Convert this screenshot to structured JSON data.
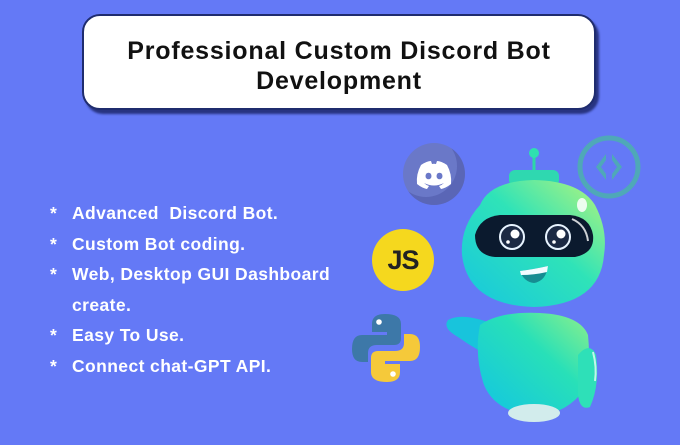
{
  "title": {
    "line1": "Professional Custom Discord Bot",
    "line2": "Development"
  },
  "features": [
    {
      "bullet": "*",
      "text": "Advanced  Discord Bot."
    },
    {
      "bullet": "*",
      "text": "Custom Bot coding."
    },
    {
      "bullet": "*",
      "text": "Web, Desktop GUI Dashboard",
      "continuation": "create."
    },
    {
      "bullet": "*",
      "text": "Easy To Use."
    },
    {
      "bullet": "*",
      "text": "Connect chat-GPT API."
    }
  ],
  "icons": {
    "discord": "discord-logo-icon",
    "javascript": {
      "name": "javascript-logo-icon",
      "label": "JS"
    },
    "code": "code-brackets-icon",
    "python": "python-logo-icon",
    "robot": "robot-mascot-illustration"
  },
  "colors": {
    "background": "#6479f6",
    "title_border": "#1f2c6e",
    "discord": "#6a78c8",
    "js": "#f5d81e",
    "code_icon": "#4fa8b8",
    "python_blue": "#3d78a8",
    "python_yellow": "#f5c93a",
    "robot_teal": "#1fd6c8",
    "robot_green": "#8ef08a"
  }
}
